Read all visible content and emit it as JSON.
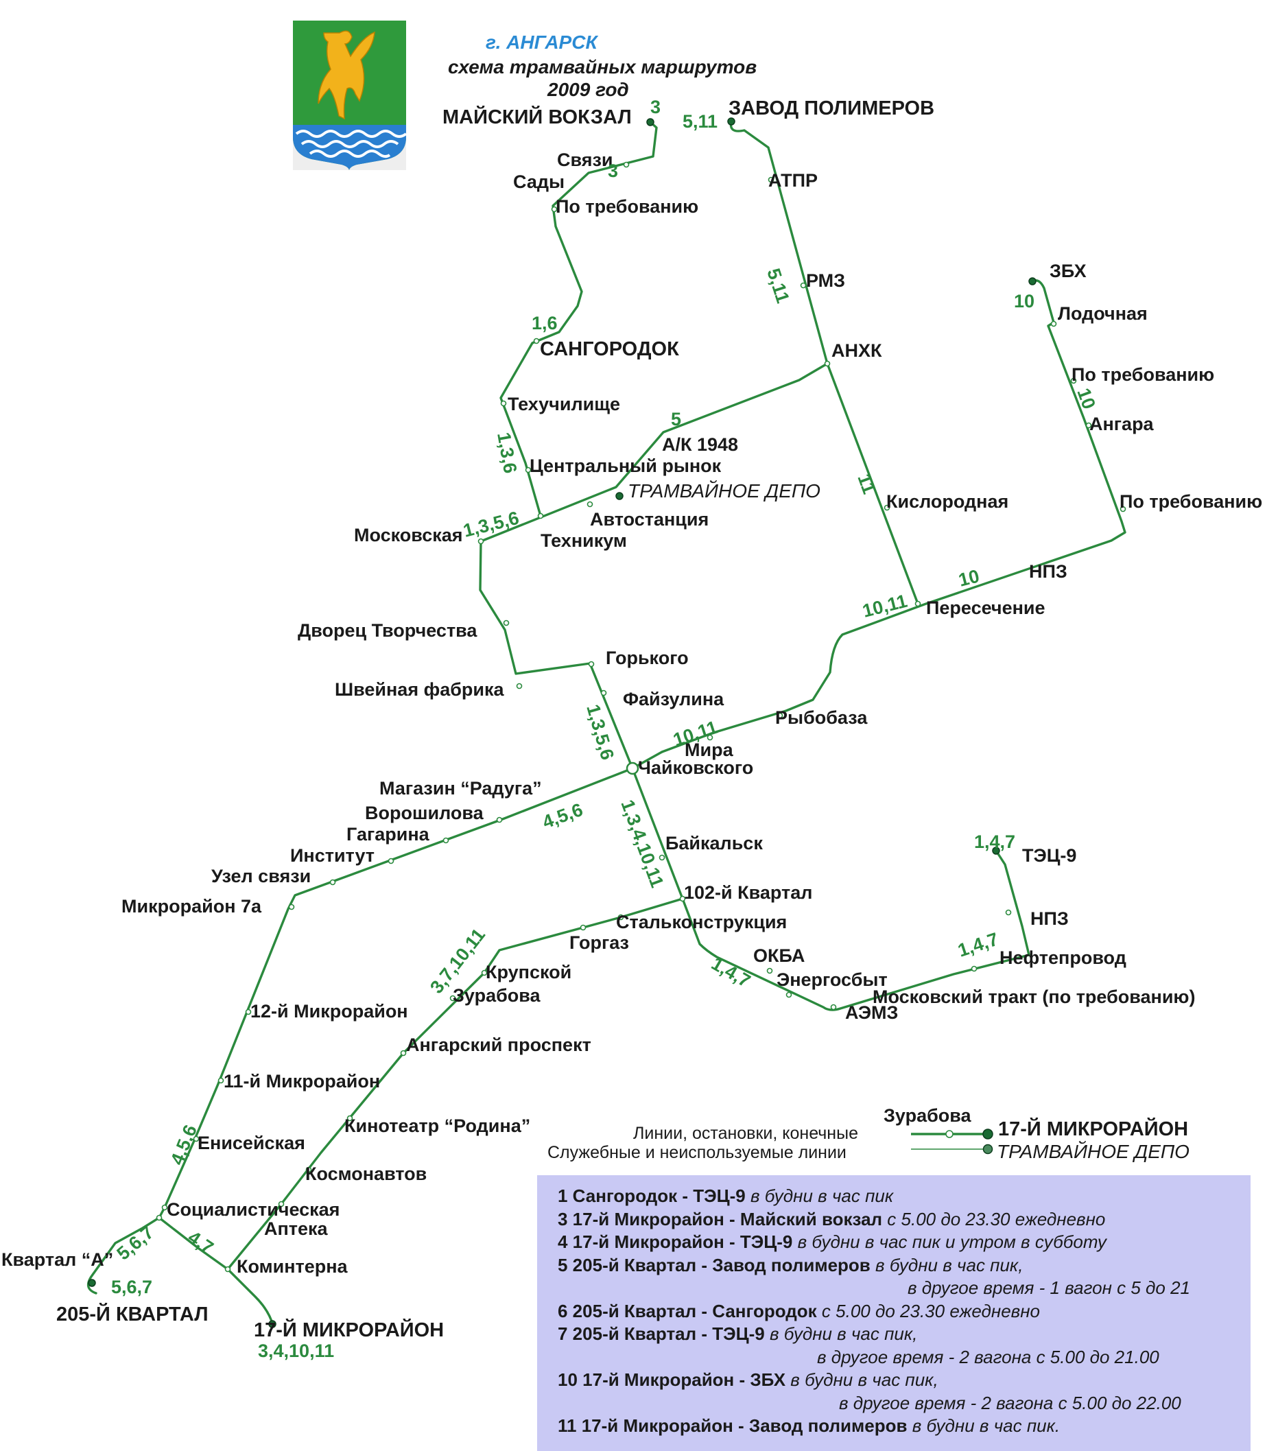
{
  "header": {
    "city": "г. АНГАРСК",
    "subtitle": "схема трамвайных маршрутов",
    "year": "2009 год"
  },
  "colors": {
    "line": "#2b8a3e",
    "route_numbers": "#2b8a3e",
    "title": "#2b8bd4",
    "legend_bg": "#c9c9f4",
    "emblem_green": "#2f9a3c",
    "emblem_gold": "#f2b21b",
    "emblem_blue": "#2a7fd0"
  },
  "emblem": {
    "icon": "city-coat-of-arms-icon"
  },
  "stops": {
    "maisky_vokzal": "МАЙСКИЙ ВОКЗАЛ",
    "svyazi": "Связи",
    "sady": "Сады",
    "po_treb_1": "По требованию",
    "sangorodok": "САНГОРОДОК",
    "tehuchilische": "Техучилище",
    "tsentralny_rynok": "Центральный рынок",
    "ak1948": "А/К 1948",
    "tram_depo": "ТРАМВАЙНОЕ ДЕПО",
    "avtostantsiya": "Автостанция",
    "tehnikum": "Техникум",
    "moskovskaya": "Московская",
    "zavod_polimerov": "ЗАВОД ПОЛИМЕРОВ",
    "atpr": "АТПР",
    "rmz": "РМЗ",
    "anhk": "АНХК",
    "kislorodnaya": "Кислородная",
    "zbh": "ЗБХ",
    "lodochnaya": "Лодочная",
    "po_treb_2": "По требованию",
    "angara": "Ангара",
    "po_treb_3": "По требованию",
    "npz_1": "НПЗ",
    "peresechenie": "Пересечение",
    "dvorets": "Дворец Творчества",
    "shveinaya": "Швейная фабрика",
    "gorkogo": "Горького",
    "faizulina": "Файзулина",
    "ryboraza": "Рыбобаза",
    "mira": "Мира",
    "chaikovskogo": "Чайковского",
    "raduga": "Магазин “Радуга”",
    "voroshilova": "Ворошилова",
    "gagarina": "Гагарина",
    "institut": "Институт",
    "uzel_svyazi": "Узел связи",
    "mkr7a": "Микрорайон 7а",
    "baikalsk": "Байкальск",
    "kv102": "102-й Квартал",
    "stalkonstr": "Сталь­конструкция",
    "gorgaz": "Горгаз",
    "krupskoy": "Крупской",
    "zurabova": "Зурабова",
    "okba": "ОКБА",
    "energosbyt": "Энергосбыт",
    "aemz": "АЭМЗ",
    "mosk_trakt": "Московский тракт (по требованию)",
    "nefteprovod": "Нефтепровод",
    "npz_2": "НПЗ",
    "tets9": "ТЭЦ-9",
    "mkr12": "12-й Микрорайон",
    "mkr11": "11-й Микрорайон",
    "angarsky_pr": "Ангарский проспект",
    "rodina": "Кинотеатр “Родина”",
    "kosmonavtov": "Космонавтов",
    "eniseiskaya": "Енисейская",
    "sotsialisticheskaya": "Социалистическая",
    "apteka": "Аптека",
    "kominterna": "Коминтерна",
    "kvartal_a": "Квартал “А”",
    "kv205": "205-Й КВАРТАЛ",
    "mkr17": "17-Й МИКРОРАЙОН"
  },
  "route_labels": {
    "maisky": "3",
    "svyazi": "3",
    "zavod": "5,11",
    "rmz": "5,11",
    "sangorodok": "1,6",
    "tehuch": "1,3,6",
    "ak": "5",
    "moskovskaya": "1,3,5,6",
    "kisl": "11",
    "zbh": "10",
    "angara": "10",
    "npz": "10",
    "peres": "10,11",
    "gorkogo": "1,3,5,6",
    "mira": "10,11",
    "voroshilova": "4,5,6",
    "baikalsk": "1,3,4,10,11",
    "tets9": "1,4,7",
    "neftepr": "1,4,7",
    "aemz": "1,4,7",
    "krupskoy": "3,7,10,11",
    "eniseiskaya": "4,5,6",
    "sots": "5,6,7",
    "kv205": "5,6,7",
    "apteka": "4,7",
    "mkr17": "3,4,10,11"
  },
  "legend": {
    "line_label": "Линии, остановки, конечные",
    "service_label": "Служебные и неиспользуемые линии",
    "stop_example": "Зурабова",
    "terminal_example": "17-Й МИКРОРАЙОН",
    "depot_example": "ТРАМВАЙНОЕ ДЕПО"
  },
  "routes": [
    {
      "name": "1 Сангородок - ТЭЦ-9",
      "schedule": " в будни в час пик",
      "extra": ""
    },
    {
      "name": "3 17-й Микрорайон - Майский вокзал",
      "schedule": "  с 5.00 до 23.30 ежедневно",
      "extra": ""
    },
    {
      "name": "4 17-й Микрорайон - ТЭЦ-9",
      "schedule": " в будни в час пик и утром в субботу",
      "extra": ""
    },
    {
      "name": "5 205-й Квартал - Завод полимеров",
      "schedule": " в будни в час пик,",
      "extra": "в другое время - 1 вагон с 5 до 21"
    },
    {
      "name": "6 205-й Квартал - Сангородок",
      "schedule": "  с 5.00 до 23.30 ежедневно",
      "extra": ""
    },
    {
      "name": "7 205-й Квартал - ТЭЦ-9",
      "schedule": "  в будни в час пик,",
      "extra": "в другое время - 2 вагона с 5.00 до 21.00"
    },
    {
      "name": "10 17-й Микрорайон - ЗБХ",
      "schedule": " в будни в час пик,",
      "extra": "в другое время - 2 вагона с 5.00 до 22.00"
    },
    {
      "name": "11 17-й Микрорайон - Завод полимеров",
      "schedule": " в будни в час пик.",
      "extra": ""
    }
  ]
}
